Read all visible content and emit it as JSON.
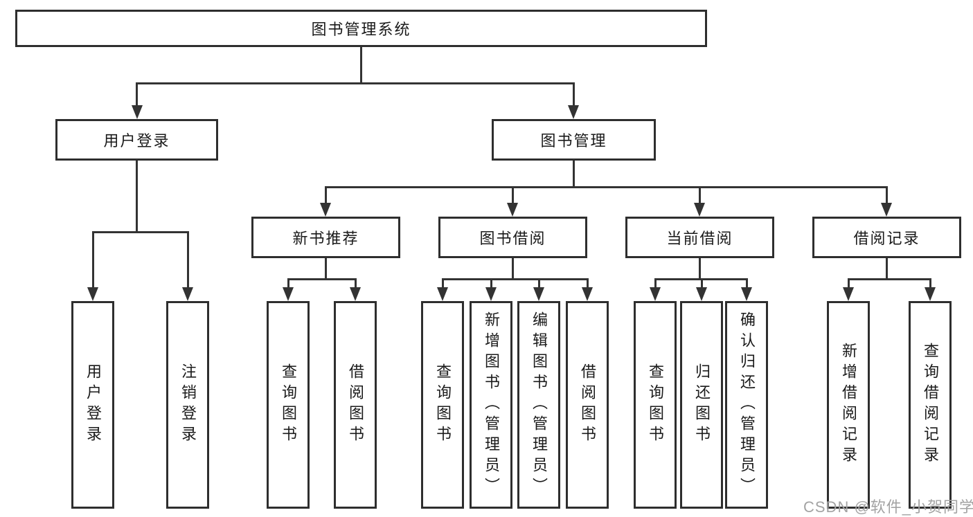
{
  "diagram_title": "图书管理系统",
  "tree": {
    "root": {
      "label": "图书管理系统"
    },
    "branches": [
      {
        "label": "用户登录",
        "children": [
          {
            "label": "用户登录"
          },
          {
            "label": "注销登录"
          }
        ]
      },
      {
        "label": "图书管理",
        "children": [
          {
            "label": "新书推荐",
            "children": [
              {
                "label": "查询图书"
              },
              {
                "label": "借阅图书"
              }
            ]
          },
          {
            "label": "图书借阅",
            "children": [
              {
                "label": "查询图书"
              },
              {
                "label": "新增图书（管理员）"
              },
              {
                "label": "编辑图书（管理员）"
              },
              {
                "label": "借阅图书"
              }
            ]
          },
          {
            "label": "当前借阅",
            "children": [
              {
                "label": "查询图书"
              },
              {
                "label": "归还图书"
              },
              {
                "label": "确认归还（管理员）"
              }
            ]
          },
          {
            "label": "借阅记录",
            "children": [
              {
                "label": "新增借阅记录"
              },
              {
                "label": "查询借阅记录"
              }
            ]
          }
        ]
      }
    ]
  },
  "watermark": {
    "text": "CSDN @软件_小贺同学"
  },
  "colors": {
    "line": "#333333",
    "box_border": "#2e2e2e",
    "text": "#1a1a1a",
    "watermark": "#a3a3a3",
    "background": "#ffffff"
  }
}
